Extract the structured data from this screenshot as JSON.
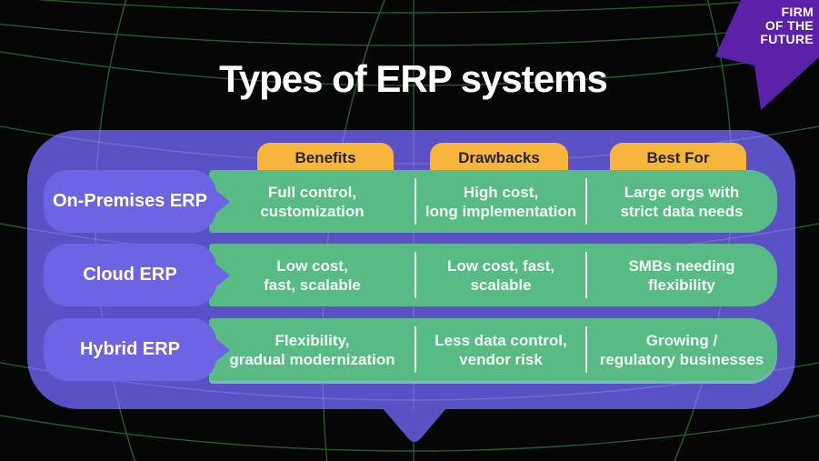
{
  "page": {
    "title": "Types of ERP systems"
  },
  "logo": {
    "text": "FIRM\nOF THE\nFUTURE",
    "arrow_icon": "firm-of-the-future-arrow",
    "color": "#5B21A9"
  },
  "table": {
    "columns": [
      "Benefits",
      "Drawbacks",
      "Best For"
    ],
    "rows": [
      {
        "label": "On-Premises ERP",
        "cells": [
          "Full control,\ncustomization",
          "High cost,\nlong implementation",
          "Large orgs with\nstrict data needs"
        ]
      },
      {
        "label": "Cloud ERP",
        "cells": [
          "Low cost,\nfast, scalable",
          "Low cost, fast,\nscalable",
          "SMBs needing\nflexibility"
        ]
      },
      {
        "label": "Hybrid ERP",
        "cells": [
          "Flexibility,\ngradual modernization",
          "Less data control,\nvendor risk",
          "Growing /\nregulatory businesses"
        ]
      }
    ]
  },
  "colors": {
    "background": "#050605",
    "grid_green": "#2F8038",
    "bubble_purple": "#5951C4",
    "label_chip_purple": "#6C64E3",
    "header_yellow": "#F7B63B",
    "cell_green": "#58BB86",
    "logo_purple": "#5B21A9",
    "header_text": "#26262E",
    "text_white": "#FFFFFF"
  }
}
